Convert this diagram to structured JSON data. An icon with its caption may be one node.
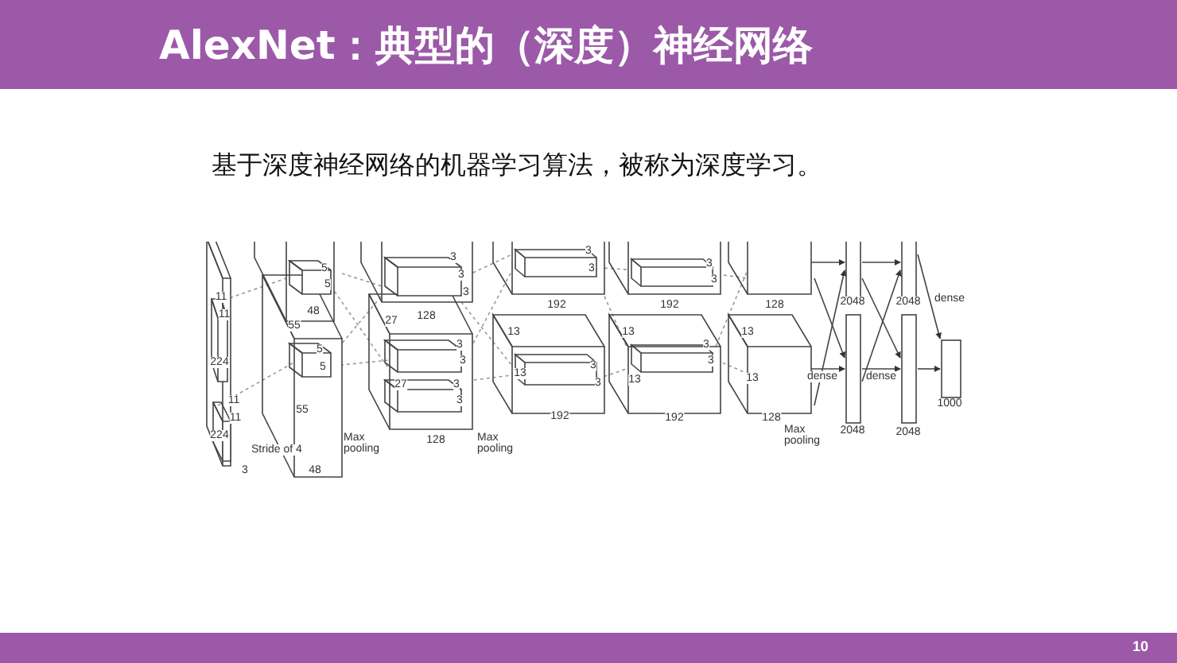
{
  "diagram": {
    "title": "AlexNet：典型的（深度）神经网络",
    "labels": [
      "基于深度神经网络的机器学习算法，被称为深度学习。",
      "11",
      "11",
      "224",
      "11",
      "11",
      "224",
      "Stride of 4",
      "3",
      "5",
      "5",
      "48",
      "55",
      "5",
      "5",
      "55",
      "48",
      "Max pooling",
      "3",
      "3",
      "3",
      "128",
      "27",
      "3",
      "3",
      "27",
      "3",
      "3",
      "128",
      "Max pooling",
      "3",
      "3",
      "192",
      "13",
      "13",
      "3",
      "3",
      "192",
      "3",
      "3",
      "192",
      "13",
      "3",
      "3",
      "13",
      "192",
      "128",
      "13",
      "13",
      "128",
      "Max pooling",
      "2048",
      "2048",
      "dense",
      "dense",
      "dense",
      "2048",
      "2048",
      "1000",
      "10"
    ]
  }
}
